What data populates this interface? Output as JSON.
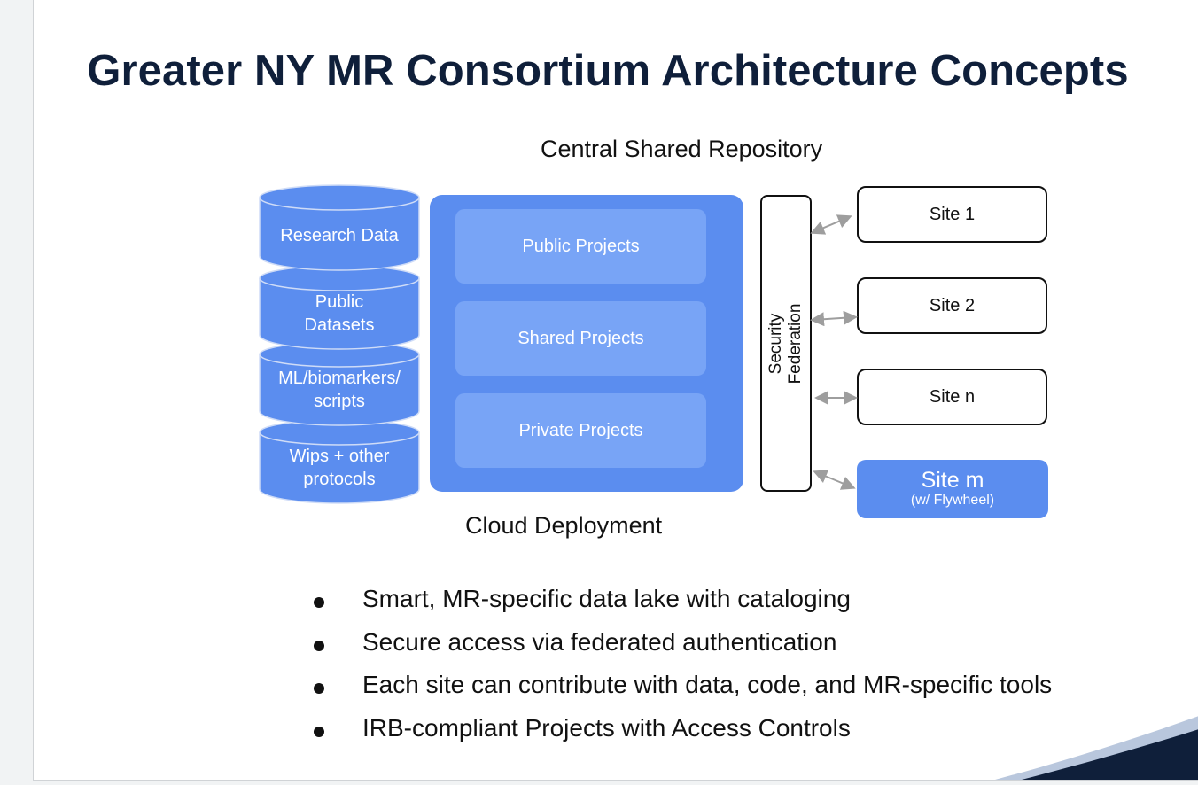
{
  "slide": {
    "title": "Greater NY MR Consortium Architecture Concepts",
    "repo_label": "Central Shared Repository",
    "cloud_label": "Cloud Deployment"
  },
  "databases": [
    {
      "lines": [
        "Research Data"
      ]
    },
    {
      "lines": [
        "Public",
        "Datasets"
      ]
    },
    {
      "lines": [
        "ML/biomarkers/",
        "scripts"
      ]
    },
    {
      "lines": [
        "Wips + other",
        "protocols"
      ]
    }
  ],
  "projects": [
    "Public Projects",
    "Shared Projects",
    "Private Projects"
  ],
  "security": {
    "line1": "Security",
    "line2": "Federation"
  },
  "sites": [
    "Site 1",
    "Site 2",
    "Site n"
  ],
  "site_m": {
    "name": "Site m",
    "sub": "(w/ Flywheel)"
  },
  "bullets": [
    "Smart, MR-specific data lake with cataloging",
    "Secure access via federated authentication",
    "Each site can contribute with data, code, and MR-specific tools",
    "IRB-compliant Projects with Access Controls"
  ],
  "colors": {
    "title": "#0f1f3a",
    "cloud": "#5b8def",
    "project": "#78a4f6",
    "database": "#5b8def",
    "arrow": "#9e9e9e"
  }
}
